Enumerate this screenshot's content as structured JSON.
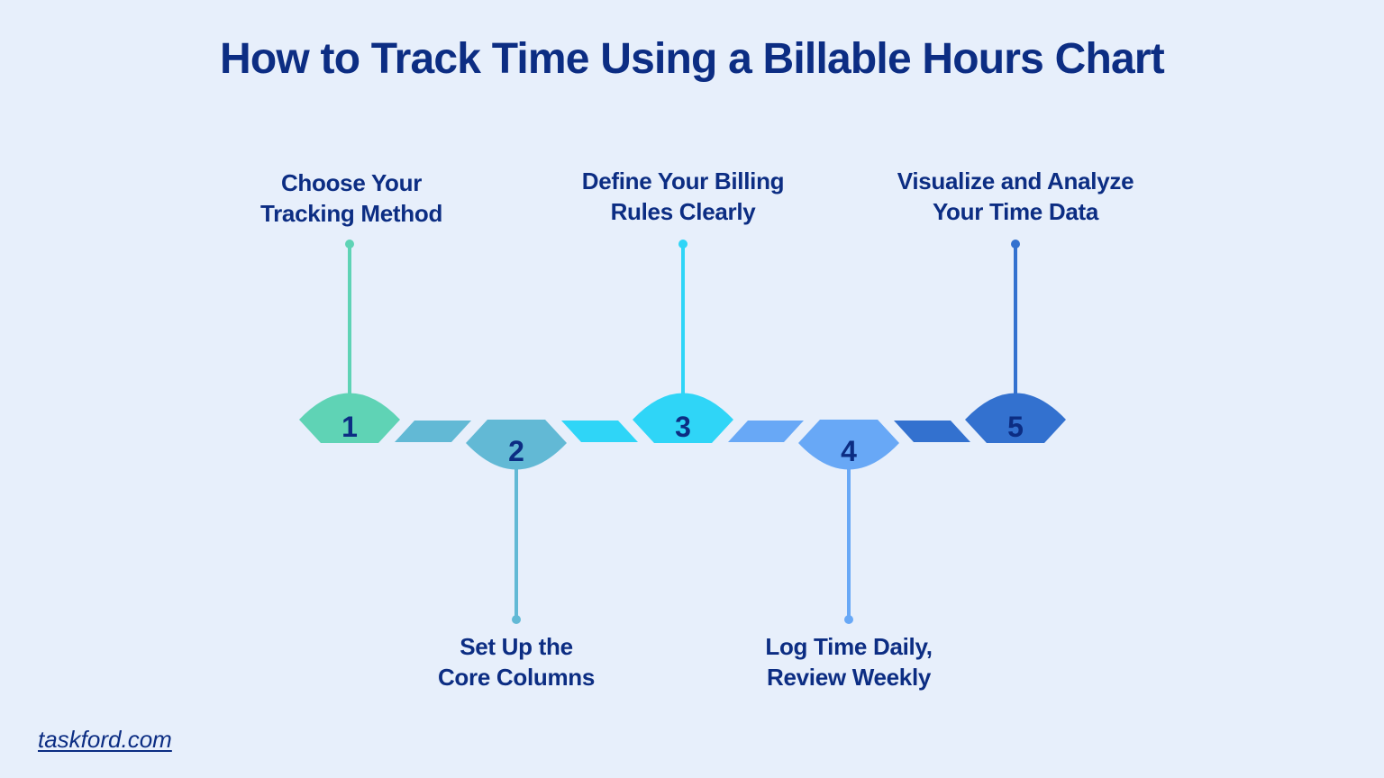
{
  "title": "How to Track Time Using a Billable Hours Chart",
  "steps": [
    {
      "number": "1",
      "line1": "Choose Your",
      "line2": "Tracking Method",
      "color": "#5fd3b5",
      "position": "top"
    },
    {
      "number": "2",
      "line1": "Set Up the",
      "line2": "Core Columns",
      "color": "#62b9d5",
      "position": "bottom"
    },
    {
      "number": "3",
      "line1": "Define Your Billing",
      "line2": "Rules Clearly",
      "color": "#2fd5f7",
      "position": "top"
    },
    {
      "number": "4",
      "line1": "Log Time Daily,",
      "line2": "Review Weekly",
      "color": "#68a8f6",
      "position": "bottom"
    },
    {
      "number": "5",
      "line1": "Visualize and Analyze",
      "line2": "Your Time Data",
      "color": "#3371cf",
      "position": "top"
    }
  ],
  "footer": {
    "link_text": "taskford.com"
  }
}
